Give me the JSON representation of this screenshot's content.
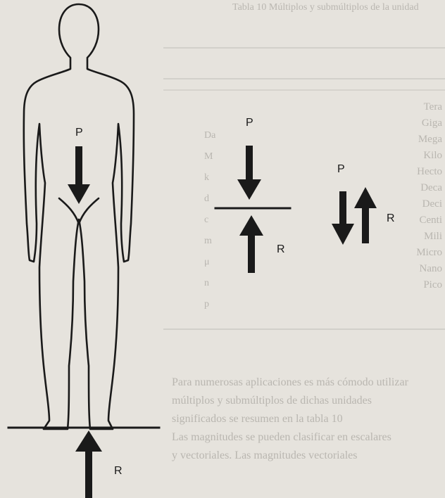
{
  "figure": {
    "body_diagram": {
      "force_label": "P",
      "reaction_label": "R"
    },
    "compression_diagram": {
      "force_label": "P",
      "reaction_label": "R"
    },
    "opposed_forces_diagram": {
      "force_label": "P",
      "reaction_label": "R"
    }
  },
  "bleed_through": {
    "table_heading": "Tabla 10 Múltiplos y submúltiplos de la unidad",
    "prefixes": [
      "Tera",
      "Giga",
      "Mega",
      "Kilo",
      "Hecto",
      "Deca",
      "Deci",
      "Centi",
      "Mili",
      "Micro",
      "Nano",
      "Pico"
    ],
    "symbols": [
      "Da",
      "M",
      "k",
      "d",
      "c",
      "m",
      "μ",
      "n",
      "p"
    ],
    "paragraph_lines": [
      "Para numerosas aplicaciones es más cómodo utilizar",
      "múltiplos y submúltiplos de dichas unidades",
      "significados se resumen en la tabla 10",
      "Las magnitudes se pueden clasificar en escalares",
      "y vectoriales. Las magnitudes vectoriales"
    ]
  },
  "colors": {
    "paper": "#e6e3dd",
    "ink": "#1a1a1a",
    "bleed": "#b9b6b0"
  }
}
